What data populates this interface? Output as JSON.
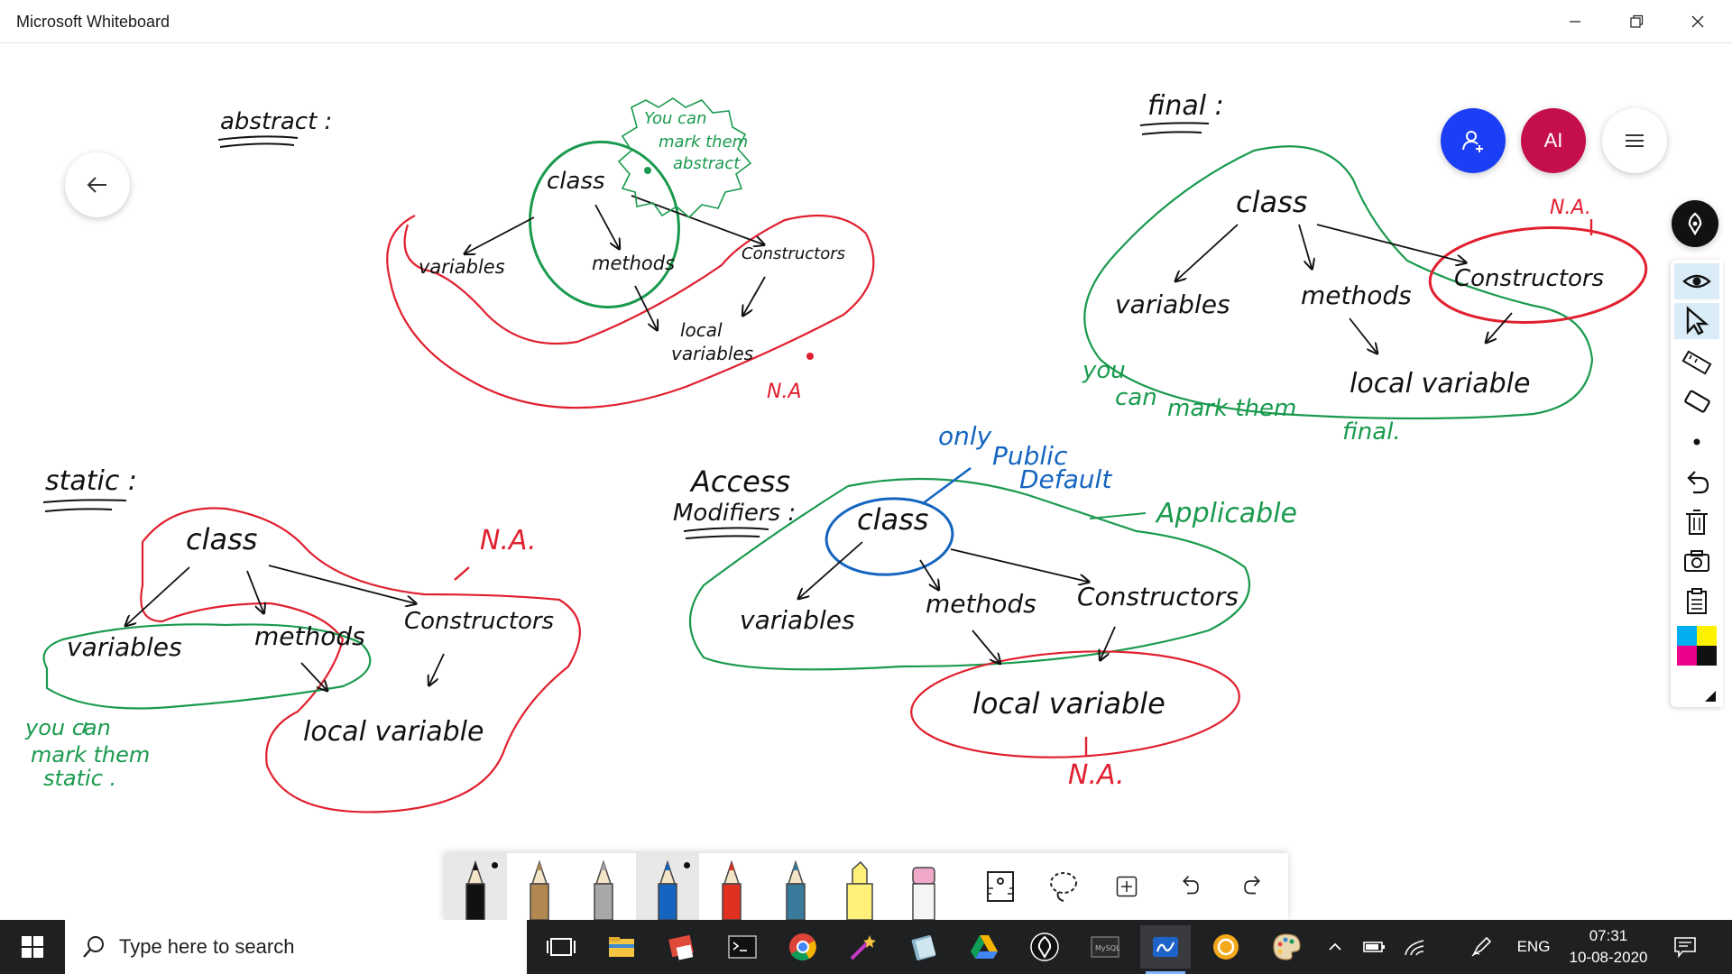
{
  "window": {
    "title": "Microsoft Whiteboard",
    "controls": [
      "minimize-icon",
      "restore-icon",
      "close-icon"
    ]
  },
  "header_buttons": {
    "back": "arrow-left-icon",
    "invite": "add-person-icon",
    "avatar_initials": "AI",
    "menu": "hamburger-icon"
  },
  "whiteboard": {
    "abstract": {
      "heading": "abstract :",
      "class": "class",
      "variables": "variables",
      "methods": "methods",
      "constructors": "Constructors",
      "local_variables_1": "local",
      "local_variables_2": "variables",
      "na": "N.A",
      "note_1": "You can",
      "note_2": "mark them",
      "note_3": "abstract"
    },
    "final": {
      "heading": "final :",
      "class": "class",
      "variables": "variables",
      "methods": "methods",
      "constructors": "Constructors",
      "local_variable": "local variable",
      "na": "N.A.",
      "note_1": "you",
      "note_2": "can",
      "note_3": "mark them",
      "note_4": "final."
    },
    "static": {
      "heading": "static :",
      "class": "class",
      "variables": "variables",
      "methods": "methods",
      "constructors": "Constructors",
      "local_variable": "local variable",
      "na": "N.A.",
      "note_1": "you can",
      "note_2": "mark them",
      "note_3": "static ."
    },
    "access": {
      "heading_1": "Access",
      "heading_2": "Modifiers :",
      "class": "class",
      "variables": "variables",
      "methods": "methods",
      "constructors": "Constructors",
      "local_variable": "local variable",
      "applicable": "Applicable",
      "na": "N.A.",
      "note_1": "only",
      "note_2": "Public",
      "note_3": "Default"
    },
    "ink_colors": {
      "black": "#111111",
      "red": "#e0202f",
      "green": "#1a9a4e",
      "blue": "#1565c0"
    }
  },
  "right_toolbar": {
    "items": [
      "pen-tip-icon",
      "eye-icon",
      "select-cursor-icon",
      "ruler-icon",
      "eraser-icon",
      "dot-icon",
      "undo-icon",
      "delete-icon",
      "camera-icon",
      "clipboard-icon",
      "color-palette-icon"
    ],
    "palette_colors": [
      "#00aeef",
      "#fff200",
      "#ec008c",
      "#111111"
    ]
  },
  "pen_toolbar": {
    "pens": [
      {
        "name": "black-pen",
        "color": "#111111"
      },
      {
        "name": "gold-pen",
        "color": "#b08850"
      },
      {
        "name": "silver-pen",
        "color": "#a8a8a8"
      },
      {
        "name": "blue-pen",
        "color": "#1565c0"
      },
      {
        "name": "rainbow-pen",
        "color": "#e03020"
      },
      {
        "name": "galaxy-pen",
        "color": "#3a7a9a"
      },
      {
        "name": "highlighter",
        "color": "#fff07a"
      },
      {
        "name": "eraser-pen",
        "color": "#f0a8c8"
      }
    ],
    "tools": [
      "ruler-tool-icon",
      "lasso-icon",
      "add-icon",
      "undo-icon",
      "redo-icon"
    ]
  },
  "taskbar": {
    "search_placeholder": "Type here to search",
    "apps": [
      "task-view-icon",
      "file-explorer-icon",
      "paint-icon",
      "terminal-icon",
      "chrome-icon",
      "magic-wand-icon",
      "notes-icon",
      "google-drive-icon",
      "inkscape-icon",
      "mysql-icon",
      "whiteboard-icon",
      "circle-app-icon",
      "palette-app-icon"
    ],
    "language": "ENG",
    "time": "07:31",
    "date": "10-08-2020"
  }
}
